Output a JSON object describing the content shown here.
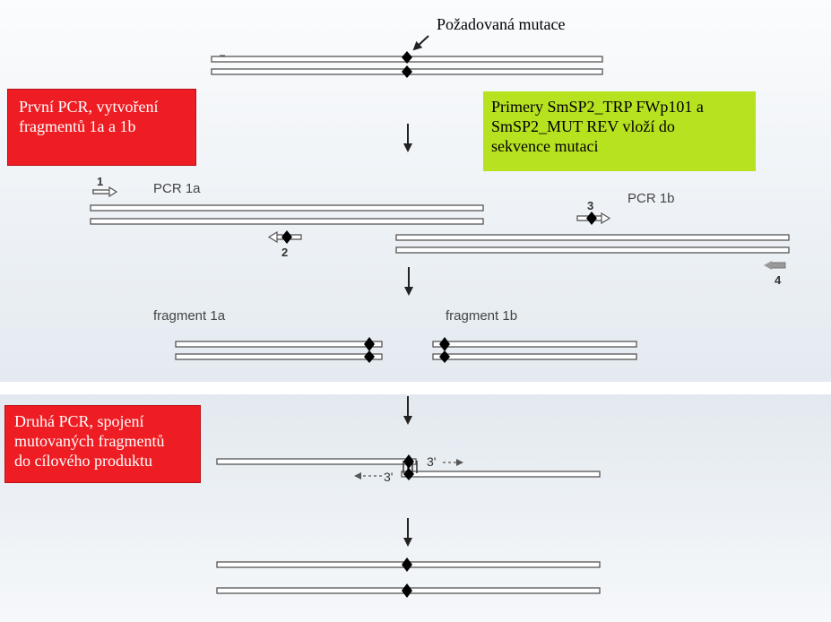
{
  "labels": {
    "mutation": "Požadovaná mutace",
    "first_pcr_lines": [
      "První PCR, vytvoření",
      "fragmentů 1a a 1b"
    ],
    "primers_lines": [
      "Primery SmSP2_TRP FWp101 a",
      "SmSP2_MUT REV vloží do",
      "sekvence mutaci"
    ],
    "second_pcr_lines": [
      "Druhá PCR, spojení",
      "mutovaných fragmentů",
      "do cílového produktu"
    ],
    "pcr_1a": "PCR 1a",
    "pcr_1b": "PCR 1b",
    "fragment_1a": "fragment 1a",
    "fragment_1b": "fragment 1b",
    "primer_1": "1",
    "primer_2": "2",
    "primer_3": "3",
    "primer_4": "4",
    "end_3_right": "3'",
    "end_3_left": "3'"
  },
  "colors": {
    "first_pcr_box": "#ee1d23",
    "primers_box": "#b7e21f",
    "second_pcr_box": "#ee1d23"
  }
}
